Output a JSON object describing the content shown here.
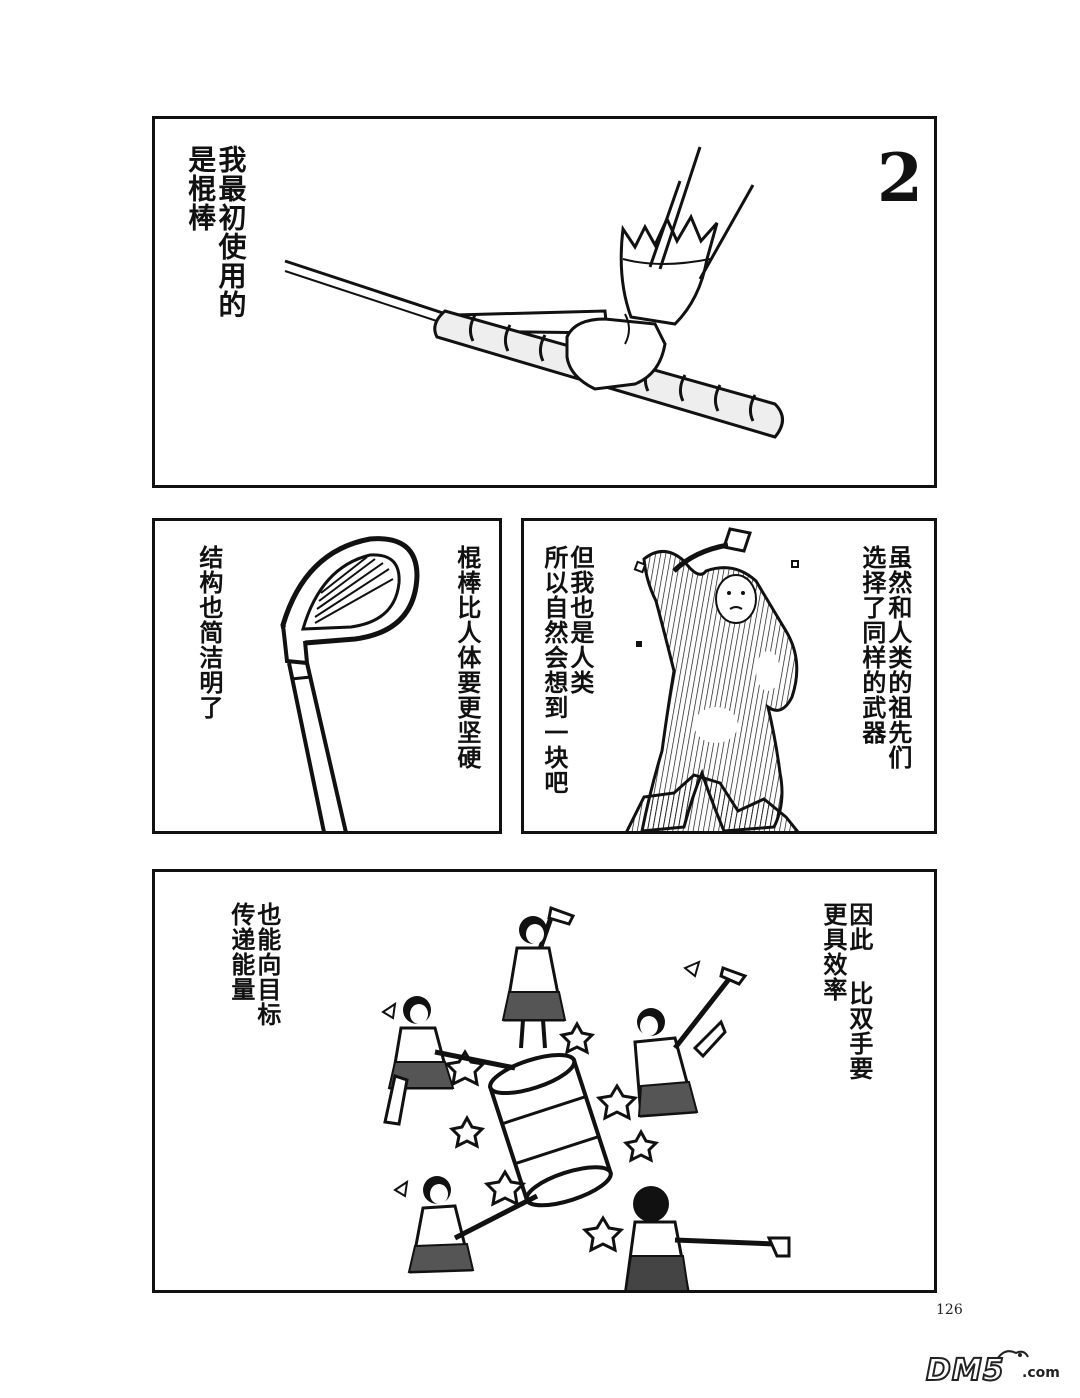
{
  "panels": {
    "p1": {
      "number": "2",
      "text": "我最初使用的\n是棍棒"
    },
    "p2": {
      "text_right": "棍棒比人体要更坚硬",
      "text_left": "结构也简洁明了"
    },
    "p3": {
      "text_right": "虽然和人类的祖先们\n选择了同样的武器",
      "text_left": "但我也是人类\n所以自然会想到一块吧"
    },
    "p4": {
      "text_right": "因此 比双手要\n更具效率",
      "text_left": "也能向目标\n传递能量"
    }
  },
  "page_number": "126",
  "watermark": {
    "logo_text": "DM5",
    "logo_suffix": ".com"
  }
}
